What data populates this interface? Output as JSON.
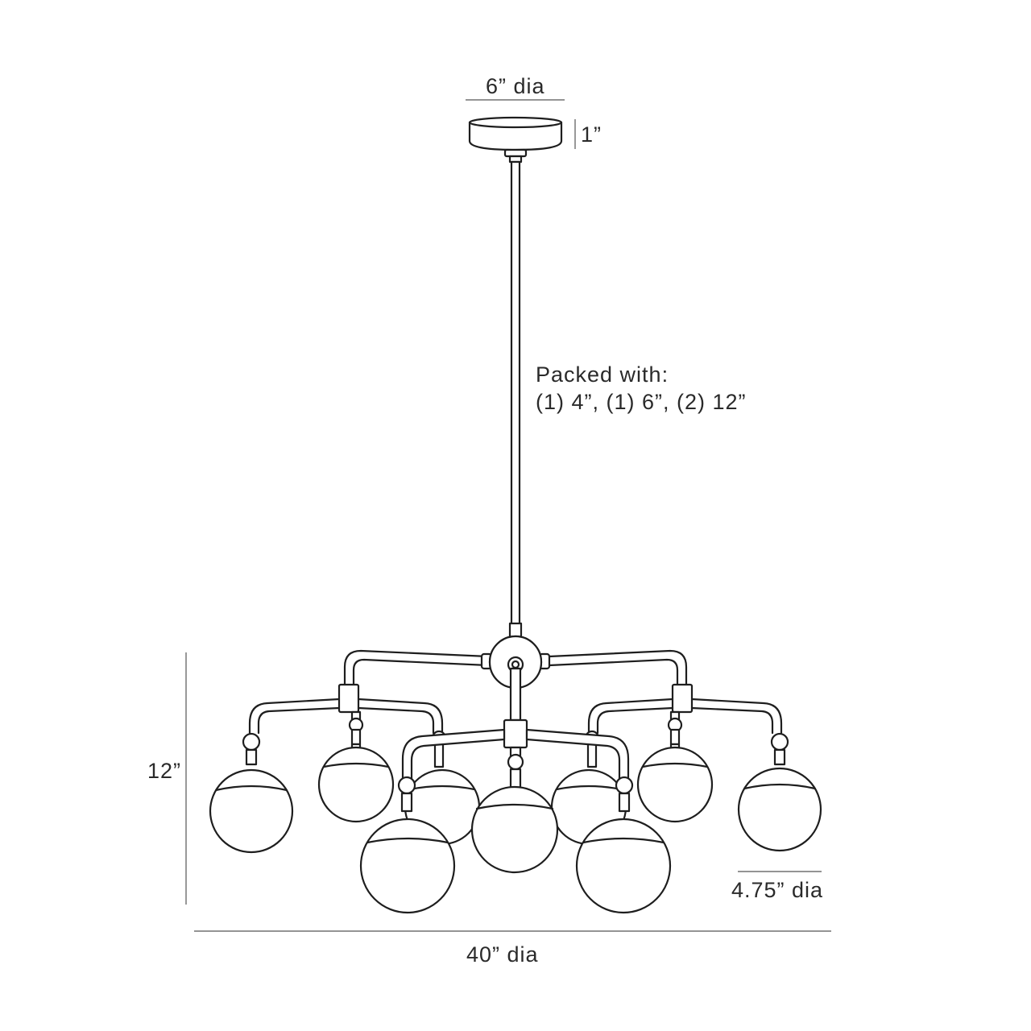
{
  "dimensions": {
    "canopy_diameter": "6” dia",
    "canopy_height": "1”",
    "overall_height": "12”",
    "globe_diameter": "4.75” dia",
    "overall_diameter": "40” dia"
  },
  "note": {
    "line1": "Packed with:",
    "line2": "(1) 4”, (1) 6”, (2) 12”"
  },
  "colors": {
    "line": "#1e1e1e",
    "text": "#2a2a2a",
    "background": "#ffffff"
  }
}
